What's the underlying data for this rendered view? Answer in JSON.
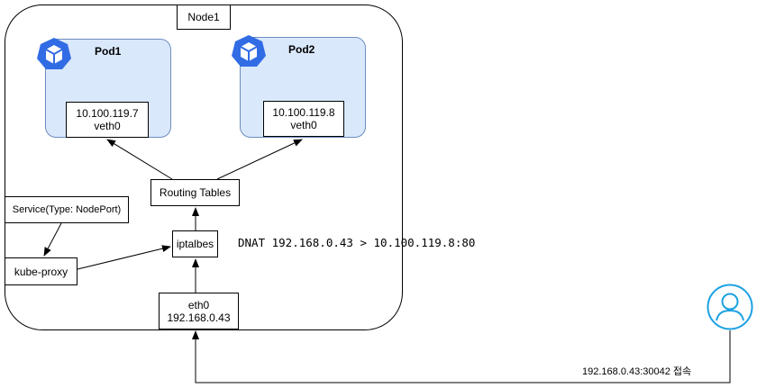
{
  "node": {
    "label": "Node1"
  },
  "pods": [
    {
      "name": "Pod1",
      "ip": "10.100.119.7",
      "iface": "veth0"
    },
    {
      "name": "Pod2",
      "ip": "10.100.119.8",
      "iface": "veth0"
    }
  ],
  "routing": {
    "label": "Routing Tables"
  },
  "iptables": {
    "label": "iptalbes"
  },
  "dnat": {
    "text": "DNAT 192.168.0.43 > 10.100.119.8:80"
  },
  "service": {
    "label": "Service(Type: NodePort)"
  },
  "kube_proxy": {
    "label": "kube-proxy"
  },
  "eth0": {
    "name": "eth0",
    "ip": "192.168.0.43"
  },
  "client": {
    "access_text": "192.168.0.43:30042 접속"
  },
  "colors": {
    "pod_fill": "#dae8fc",
    "pod_stroke": "#6c8ebf",
    "k8s_blue": "#326ce5",
    "user_blue": "#1ba1e2"
  }
}
